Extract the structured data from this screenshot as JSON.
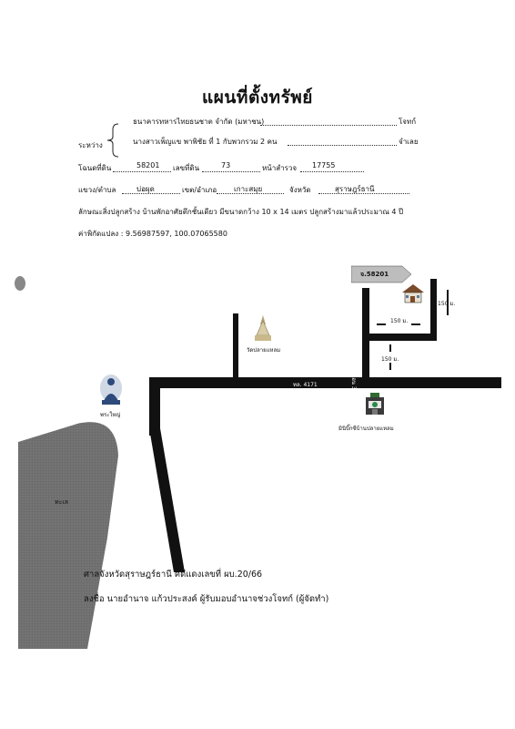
{
  "title": "แผนที่ตั้งทรัพย์",
  "between_label": "ระหว่าง",
  "plaintiff": "ธนาคารทหารไทยธนชาต จำกัด (มหาชน)",
  "plaintiff_role": "โจทก์",
  "defendant": "นางสาวเพ็ญแข พาพิชัย ที่ 1 กับพวกรวม 2 คน",
  "defendant_role": "จำเลย",
  "deed_label": "โฉนดที่ดิน",
  "deed_no": "58201",
  "land_no_label": "เลขที่ดิน",
  "land_no": "73",
  "survey_label": "หน้าสำรวจ",
  "survey_no": "17755",
  "subdistrict_label": "แขวง/ตำบล",
  "subdistrict": "บ่อผุด",
  "district_label": "เขต/อำเภอ",
  "district": "เกาะสมุย",
  "province_label": "จังหวัด",
  "province": "สุราษฎร์ธานี",
  "building_desc": "ลักษณะสิ่งปลูกสร้าง  บ้านพักอาศัยตึกชั้นเดียว   มีขนาดกว้าง  10 x 14 เมตร   ปลูกสร้างมาแล้วประมาณ  4  ปี",
  "coordinates": "ค่าพิกัดแปลง : 9.56987597, 100.07065580",
  "map": {
    "parcel_tag": "จ.58201",
    "dist_150_right": "150 ม.",
    "dist_150_top": "150 ม.",
    "dist_150_mid": "150 ม.",
    "soi_label": "ซ.ตลาดหน้าทอน 3",
    "road_label": "ทล. 4171",
    "temple": "วัดปลายแหลม",
    "buddha": "พระใหญ่",
    "minimart": "มินิบิ๊กซีบ้านปลายแหลม",
    "sea": "ทะเล"
  },
  "court_line": "ศาลจังหวัดสุราษฎร์ธานี คดีแดงเลขที่ ผบ.20/66",
  "signature_line": "ลงชื่อ นายอำนาจ แก้วประสงค์ ผู้รับมอบอำนาจช่วงโจทก์ (ผู้จัดทำ)"
}
